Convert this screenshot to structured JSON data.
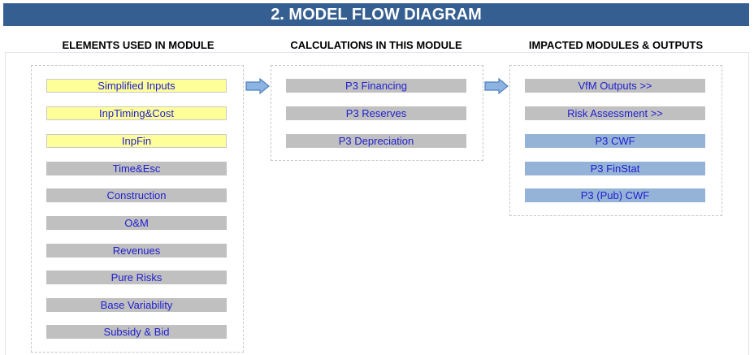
{
  "title": "2. MODEL FLOW DIAGRAM",
  "columns": {
    "elements": {
      "heading": "ELEMENTS USED IN MODULE",
      "items": [
        {
          "label": "Simplified Inputs",
          "style": "yellow"
        },
        {
          "label": "InpTiming&Cost",
          "style": "yellow"
        },
        {
          "label": "InpFin",
          "style": "yellow"
        },
        {
          "label": "Time&Esc",
          "style": "grey"
        },
        {
          "label": "Construction",
          "style": "grey"
        },
        {
          "label": "O&M",
          "style": "grey"
        },
        {
          "label": "Revenues",
          "style": "grey"
        },
        {
          "label": "Pure Risks",
          "style": "grey"
        },
        {
          "label": "Base Variability",
          "style": "grey"
        },
        {
          "label": "Subsidy & Bid",
          "style": "grey"
        }
      ]
    },
    "calculations": {
      "heading": "CALCULATIONS IN THIS MODULE",
      "items": [
        {
          "label": "P3 Financing",
          "style": "grey"
        },
        {
          "label": "P3 Reserves",
          "style": "grey"
        },
        {
          "label": "P3 Depreciation",
          "style": "grey"
        }
      ]
    },
    "impacted": {
      "heading": "IMPACTED MODULES & OUTPUTS",
      "items": [
        {
          "label": "VfM Outputs >>",
          "style": "grey"
        },
        {
          "label": "Risk Assessment >>",
          "style": "grey"
        },
        {
          "label": "P3 CWF",
          "style": "blue"
        },
        {
          "label": "P3 FinStat",
          "style": "blue"
        },
        {
          "label": "P3 (Pub) CWF",
          "style": "blue"
        }
      ]
    }
  },
  "colors": {
    "banner": "#365f91",
    "input_fill": "#ffff99",
    "module_fill": "#c0c0c0",
    "output_fill": "#95b3d7",
    "link_text": "#2020d0",
    "arrow_fill": "#8db3e2",
    "arrow_stroke": "#4f81bd"
  },
  "icons": [
    "right-arrow-icon",
    "right-arrow-icon"
  ]
}
